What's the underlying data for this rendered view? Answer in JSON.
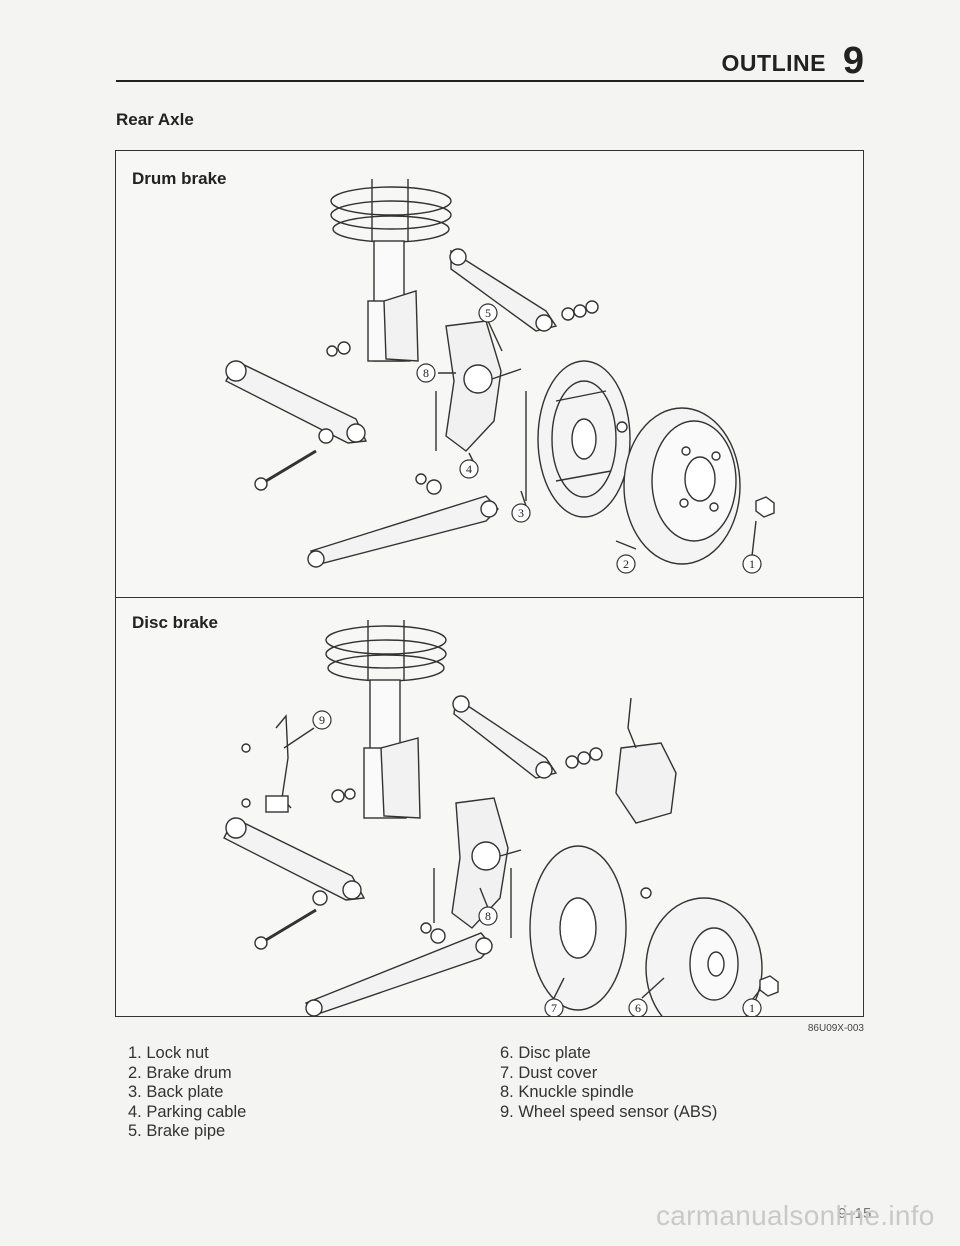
{
  "header": {
    "section": "OUTLINE",
    "chapter": "9"
  },
  "section_title": "Rear Axle",
  "figure": {
    "panels": [
      {
        "title": "Drum brake",
        "callouts": [
          "5",
          "8",
          "4",
          "3",
          "2",
          "1"
        ]
      },
      {
        "title": "Disc brake",
        "callouts": [
          "9",
          "8",
          "7",
          "6",
          "1"
        ]
      }
    ],
    "code": "86U09X-003"
  },
  "legend": {
    "left": [
      "1. Lock nut",
      "2. Brake drum",
      "3. Back plate",
      "4. Parking cable",
      "5. Brake pipe"
    ],
    "right": [
      "6. Disc plate",
      "7. Dust cover",
      "8. Knuckle spindle",
      "9. Wheel speed sensor (ABS)"
    ]
  },
  "footer": {
    "page": "9–15",
    "watermark": "carmanualsonline.info"
  }
}
